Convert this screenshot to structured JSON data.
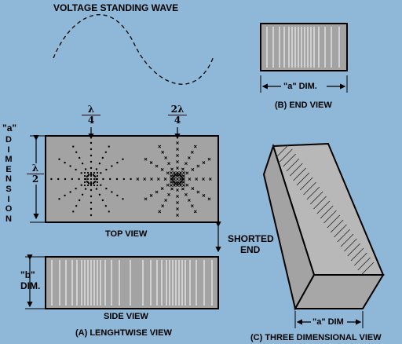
{
  "labels": {
    "title": "VOLTAGE STANDING WAVE",
    "lambda_num": "λ",
    "four": "4",
    "two_lambda": "2λ",
    "half_lambda_num": "λ",
    "two": "2",
    "a_quote": "\"a\"",
    "dimension": "DIMENSION",
    "top_view": "TOP VIEW",
    "shorted_1": "SHORTED",
    "shorted_2": "END",
    "b_dim_1": "\"b\"",
    "b_dim_2": "DIM.",
    "side_view": "SIDE VIEW",
    "lengthwise": "(A) LENGHTWISE VIEW",
    "end_a_dim": "\"a\" DIM.",
    "end_view": "(B) END VIEW",
    "three_a_dim": "\"a\" DIM",
    "three_d": "(C) THREE DIMENSIONAL VIEW"
  },
  "colors": {
    "background": "#8fb7d8",
    "guide_fill": "#a3a3a3",
    "outline": "#000000",
    "field_line": "#ffffff"
  }
}
